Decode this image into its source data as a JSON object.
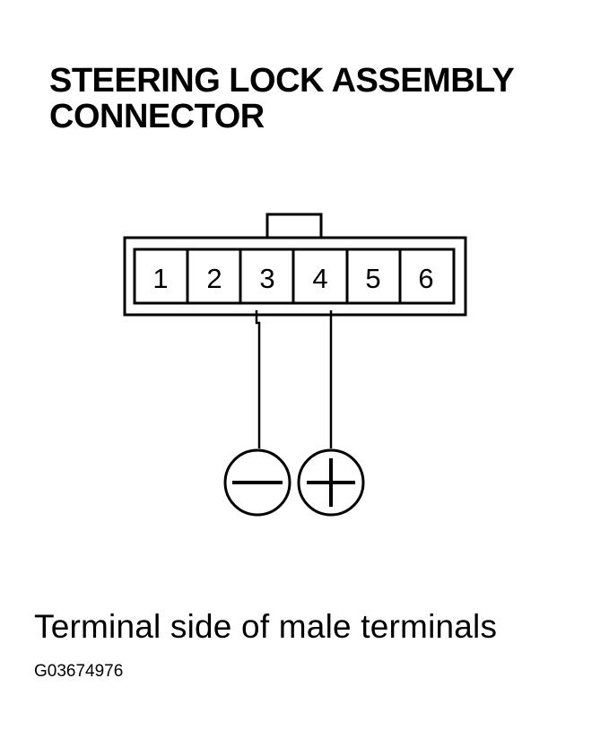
{
  "title": {
    "line1": "STEERING LOCK ASSEMBLY",
    "line2": "CONNECTOR"
  },
  "connector": {
    "terminals": [
      "1",
      "2",
      "3",
      "4",
      "5",
      "6"
    ]
  },
  "probes": [
    {
      "terminal": "3",
      "polarity": "negative",
      "symbol": "minus-icon"
    },
    {
      "terminal": "4",
      "polarity": "positive",
      "symbol": "plus-icon"
    }
  ],
  "caption": "Terminal side of male terminals",
  "figure_id": "G03674976",
  "colors": {
    "ink": "#000000",
    "background": "#ffffff"
  }
}
